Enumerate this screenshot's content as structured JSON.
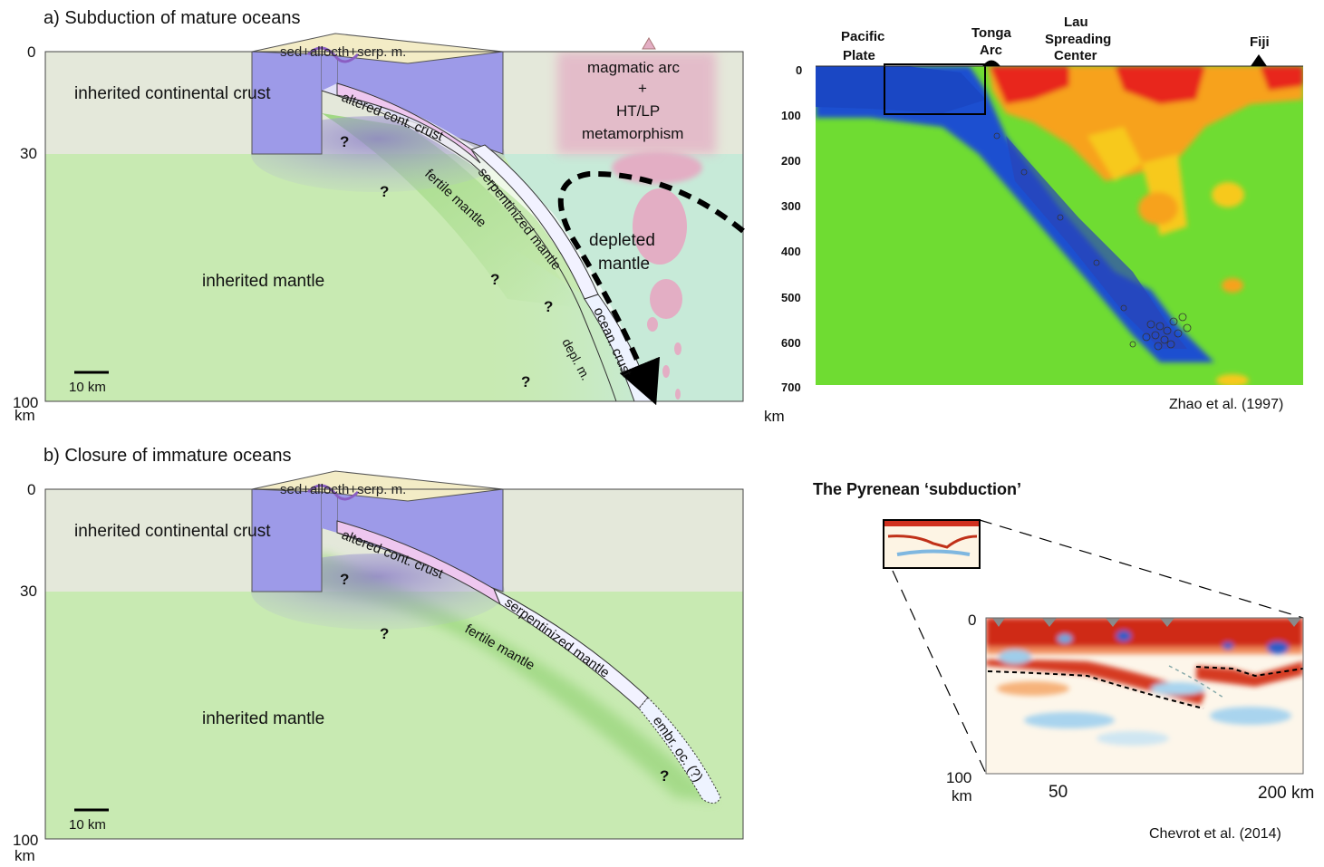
{
  "panel_a": {
    "title": "a) Subduction of mature oceans",
    "depth_0": "0",
    "depth_30": "30",
    "depth_100": "100",
    "depth_unit": "km",
    "scale_bar": "10 km",
    "labels": {
      "sed": "sed+allocth+serp. m.",
      "crust": "inherited continental crust",
      "mantle": "inherited mantle",
      "altered": "altered cont. crust",
      "serpentinized": "serpentinized mantle",
      "fertile": "fertile mantle",
      "ocean_crust": "ocean. crust",
      "depl": "depl. m.",
      "depleted1": "depleted",
      "depleted2": "mantle",
      "arc1": "magmatic arc",
      "arc2": "+",
      "arc3": "HT/LP",
      "arc4": "metamorphism",
      "q": "?"
    }
  },
  "panel_b": {
    "title": "b) Closure of immature oceans",
    "depth_0": "0",
    "depth_30": "30",
    "depth_100": "100",
    "depth_unit": "km",
    "scale_bar": "10 km",
    "labels": {
      "sed": "sed+allocth+serp. m.",
      "crust": "inherited continental crust",
      "mantle": "inherited mantle",
      "altered": "altered cont. crust",
      "serpentinized": "serpentinized mantle",
      "fertile": "fertile mantle",
      "embr": "embr. oc. (?)",
      "q": "?"
    }
  },
  "tonga": {
    "labels": {
      "pacific1": "Pacific",
      "pacific2": "Plate",
      "tonga1": "Tonga",
      "tonga2": "Arc",
      "lau1": "Lau",
      "lau2": "Spreading",
      "lau3": "Center",
      "fiji": "Fiji"
    },
    "depth_ticks": [
      "0",
      "100",
      "200",
      "300",
      "400",
      "500",
      "600",
      "700"
    ],
    "unit": "km",
    "credit": "Zhao et al. (1997)"
  },
  "pyrenees": {
    "title": "The Pyrenean ‘subduction’",
    "depth_0": "0",
    "depth_100": "100",
    "depth_unit": "km",
    "x_50": "50",
    "x_200": "200 km",
    "credit": "Chevrot et al. (2014)"
  },
  "colors": {
    "crust": "#e4e8da",
    "mantle": "#c8eab2",
    "block": "#9d9ae8",
    "sed": "#f3ecc6",
    "wedge": "#c7ead8",
    "arc": "#e3aec4",
    "tomo_fast": "#1e4fd0",
    "tomo_slow": "#e8281c",
    "tomo_mid": "#6fdc32"
  }
}
